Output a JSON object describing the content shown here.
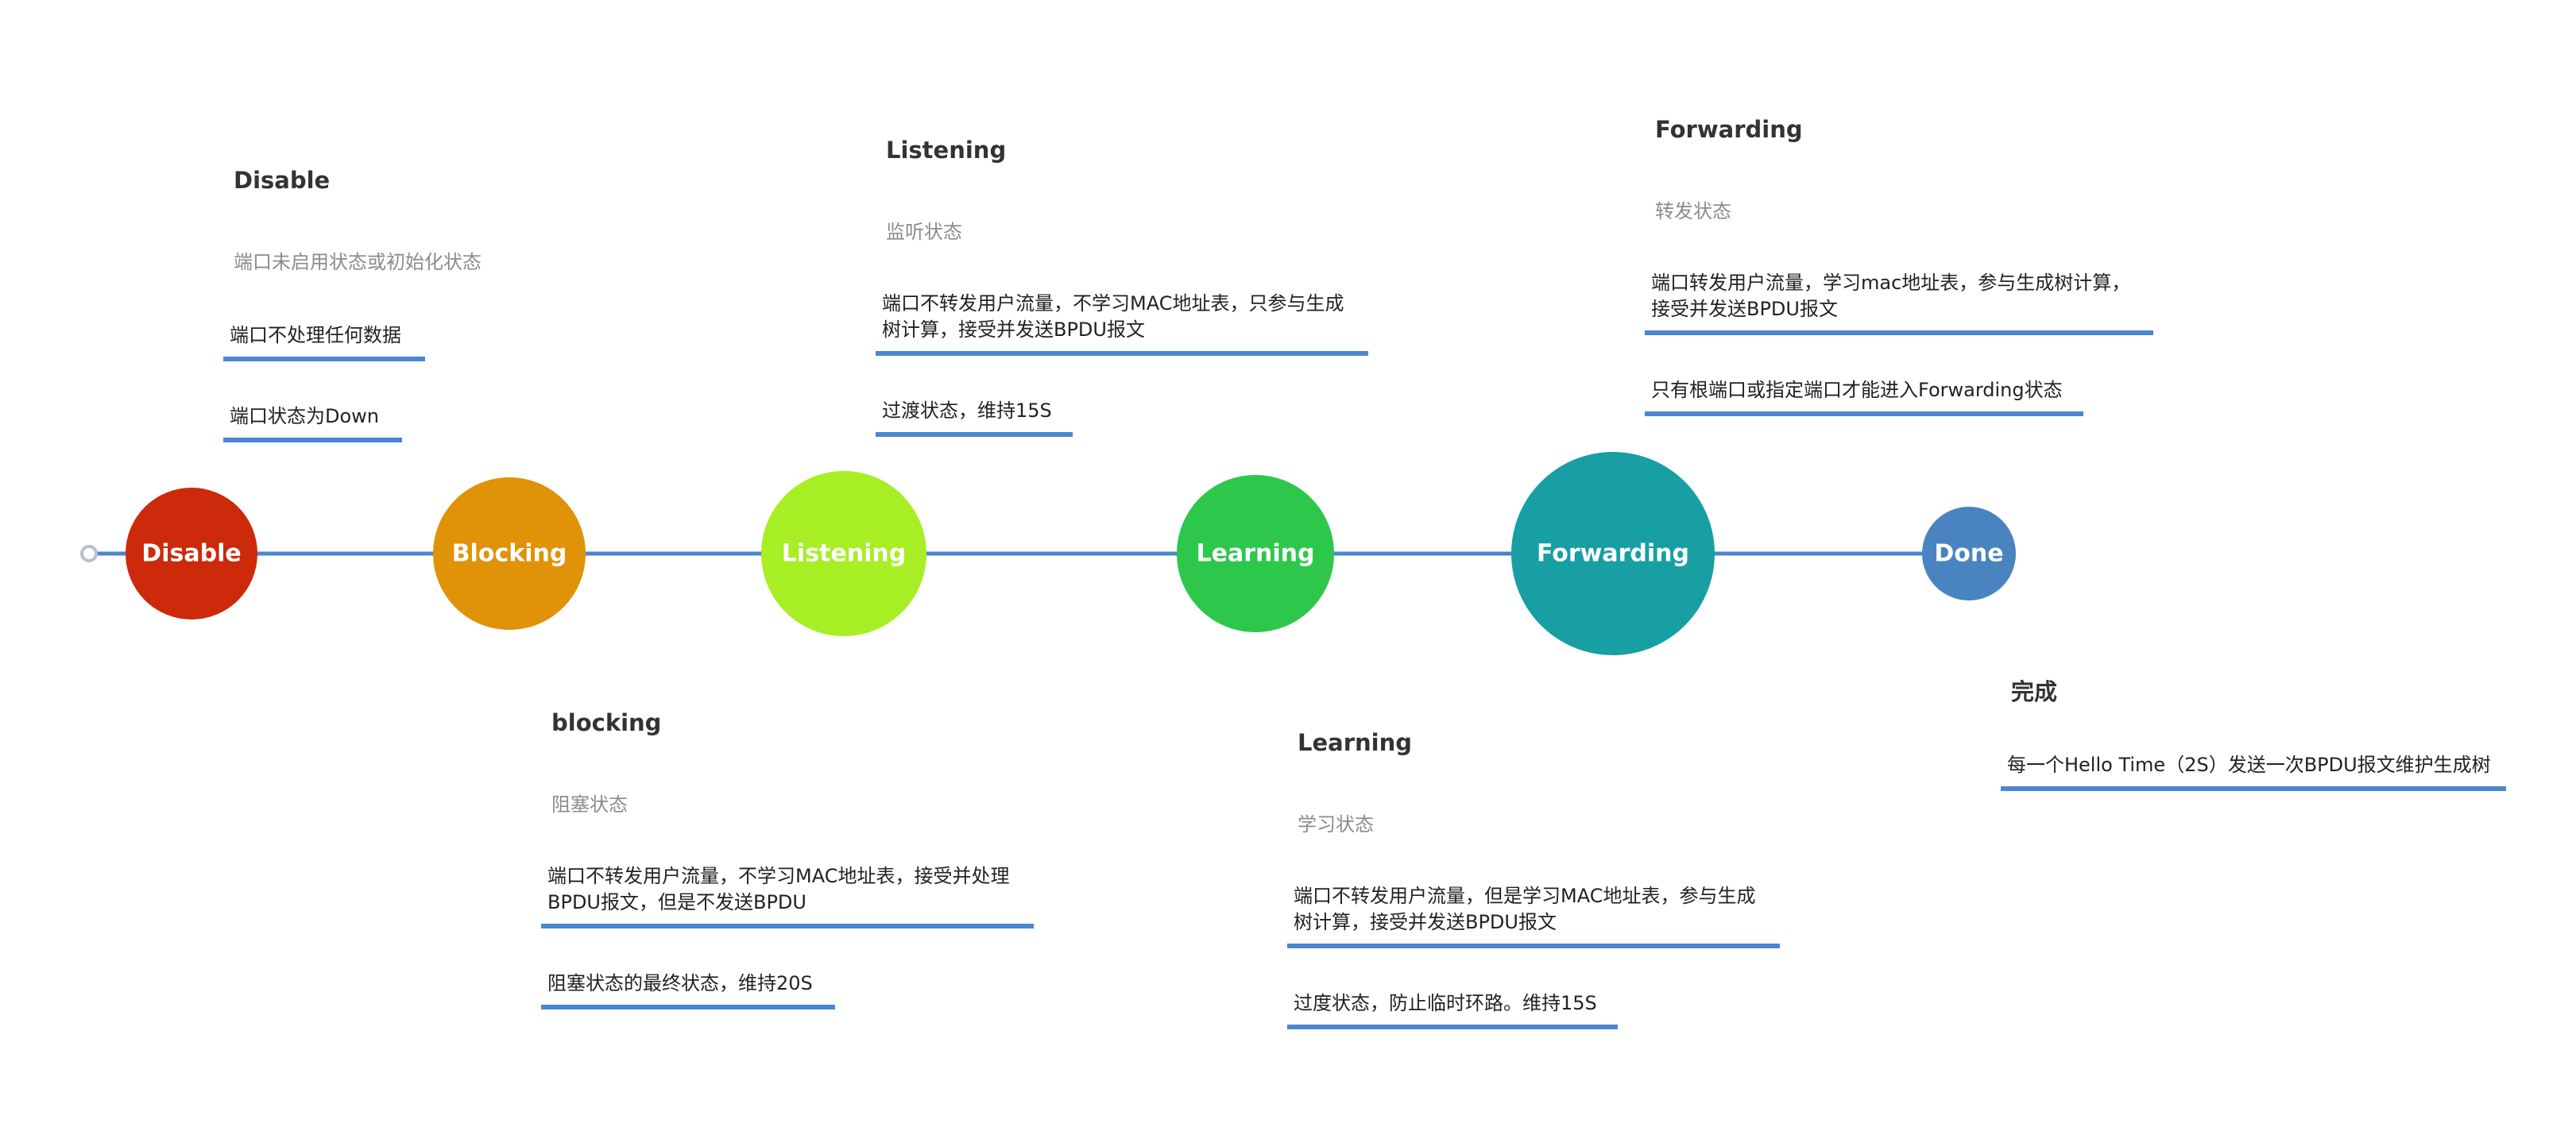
{
  "colors": {
    "line": "#4a86d1",
    "underline": "#4a86d1",
    "start_marker": "#b8c0cc"
  },
  "nodes": [
    {
      "label": "Disable",
      "color": "#cc2a0b"
    },
    {
      "label": "Blocking",
      "color": "#e09308"
    },
    {
      "label": "Listening",
      "color": "#a7ef24"
    },
    {
      "label": "Learning",
      "color": "#2dc84b"
    },
    {
      "label": "Forwarding",
      "color": "#179fa3"
    },
    {
      "label": "Done",
      "color": "#4a84c0"
    }
  ],
  "cards": {
    "disable": {
      "title": "Disable",
      "subtitle": "端口未启用状态或初始化状态",
      "items": [
        "端口不处理任何数据",
        "端口状态为Down"
      ]
    },
    "listening": {
      "title": "Listening",
      "subtitle": "监听状态",
      "items": [
        "端口不转发用户流量，不学习MAC地址表，只参与生成树计算，接受并发送BPDU报文",
        "过渡状态，维持15S"
      ]
    },
    "forwarding": {
      "title": "Forwarding",
      "subtitle": "转发状态",
      "items": [
        "端口转发用户流量，学习mac地址表，参与生成树计算，接受并发送BPDU报文",
        "只有根端口或指定端口才能进入Forwarding状态"
      ]
    },
    "blocking": {
      "title": "blocking",
      "subtitle": "阻塞状态",
      "items": [
        "端口不转发用户流量，不学习MAC地址表，接受并处理BPDU报文，但是不发送BPDU",
        "阻塞状态的最终状态，维持20S"
      ]
    },
    "learning": {
      "title": "Learning",
      "subtitle": "学习状态",
      "items": [
        "端口不转发用户流量，但是学习MAC地址表，参与生成树计算，接受并发送BPDU报文",
        "过度状态，防止临时环路。维持15S"
      ]
    },
    "done": {
      "title": "完成",
      "items": [
        "每一个Hello Time（2S）发送一次BPDU报文维护生成树"
      ]
    }
  }
}
